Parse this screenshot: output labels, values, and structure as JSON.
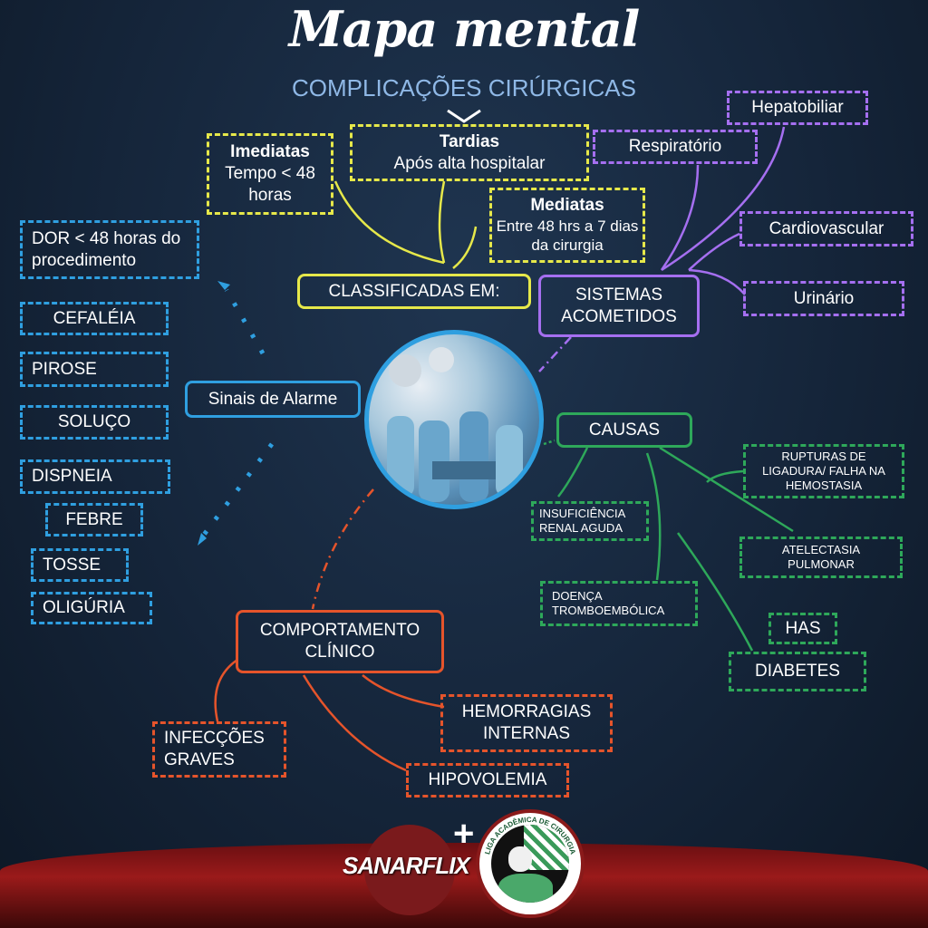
{
  "title": "Mapa mental",
  "subtitle": "COMPLICAÇÕES CIRÚRGICAS",
  "classification": {
    "center": "CLASSIFICADAS EM:",
    "immediate": {
      "title": "Imediatas",
      "text": "Tempo < 48 horas"
    },
    "late": {
      "title": "Tardias",
      "text": "Após alta hospitalar"
    },
    "mediate": {
      "title": "Mediatas",
      "text": "Entre 48 hrs a 7 dias da cirurgia"
    }
  },
  "systems": {
    "center": "SISTEMAS ACOMETIDOS",
    "items": [
      "Hepatobiliar",
      "Respiratório",
      "Cardiovascular",
      "Urinário"
    ]
  },
  "alarm": {
    "center": "Sinais de Alarme",
    "items": [
      "DOR < 48 horas do procedimento",
      "CEFALÉIA",
      "PIROSE",
      "SOLUÇO",
      "DISPNEIA",
      "FEBRE",
      "TOSSE",
      "OLIGÚRIA"
    ]
  },
  "causes": {
    "center": "CAUSAS",
    "items": [
      "RUPTURAS DE LIGADURA/ FALHA NA HEMOSTASIA",
      "INSUFICIÊNCIA RENAL AGUDA",
      "ATELECTASIA PULMONAR",
      "DOENÇA TROMBOEMBÓLICA",
      "HAS",
      "DIABETES"
    ]
  },
  "behavior": {
    "center": "COMPORTAMENTO CLÍNICO",
    "items": [
      "HEMORRAGIAS INTERNAS",
      "INFECÇÕES GRAVES",
      "HIPOVOLEMIA"
    ]
  },
  "logos": {
    "sanarflix": "SANARFLIX",
    "plus": "+",
    "league": "LIGA ACADÊMICA DE CIRURGIA"
  },
  "colors": {
    "yellow": "#e6e84a",
    "purple": "#a56ff0",
    "blue": "#2f9fe0",
    "green": "#2ea85a",
    "orange": "#e5542b"
  }
}
